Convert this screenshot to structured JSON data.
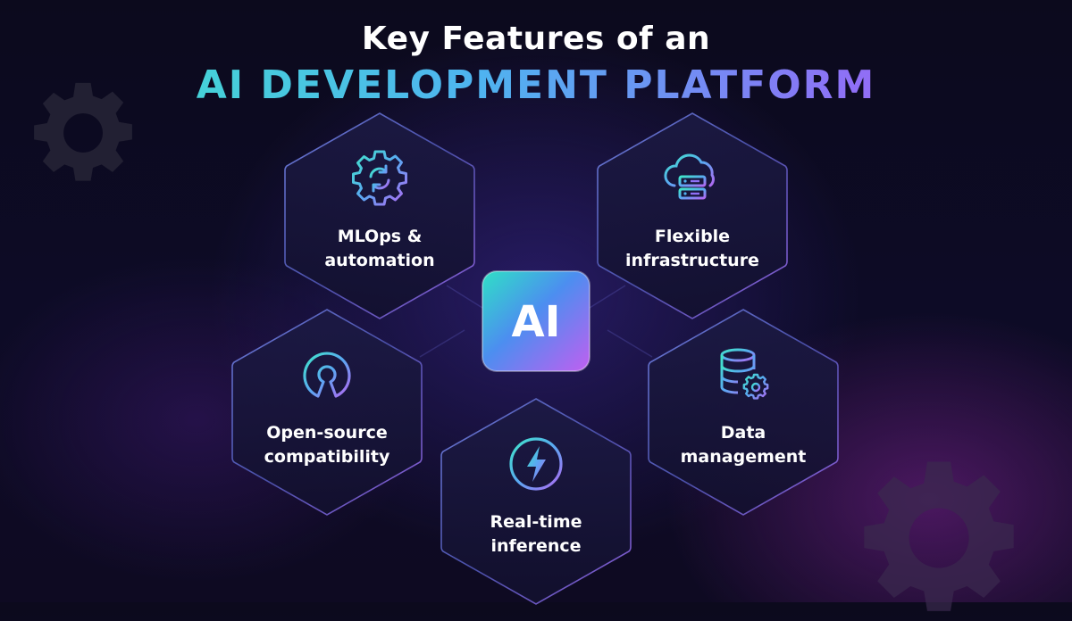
{
  "title": {
    "line1": "Key Features of an",
    "line2": "AI DEVELOPMENT PLATFORM"
  },
  "center_chip": {
    "label": "AI",
    "icon": "ai-chip-icon"
  },
  "features": [
    {
      "id": "mlops",
      "line1": "MLOps &",
      "line2": "automation",
      "icon": "gear-sync-icon"
    },
    {
      "id": "infra",
      "line1": "Flexible",
      "line2": "infrastructure",
      "icon": "cloud-server-icon"
    },
    {
      "id": "opensource",
      "line1": "Open-source",
      "line2": "compatibility",
      "icon": "open-source-icon"
    },
    {
      "id": "data",
      "line1": "Data",
      "line2": "management",
      "icon": "database-gear-icon"
    },
    {
      "id": "realtime",
      "line1": "Real-time",
      "line2": "inference",
      "icon": "lightning-icon"
    }
  ],
  "colors": {
    "accent_teal": "#3fe6c8",
    "accent_blue": "#4fb3f0",
    "accent_purple": "#b168f2",
    "background": "#0d0b26"
  }
}
